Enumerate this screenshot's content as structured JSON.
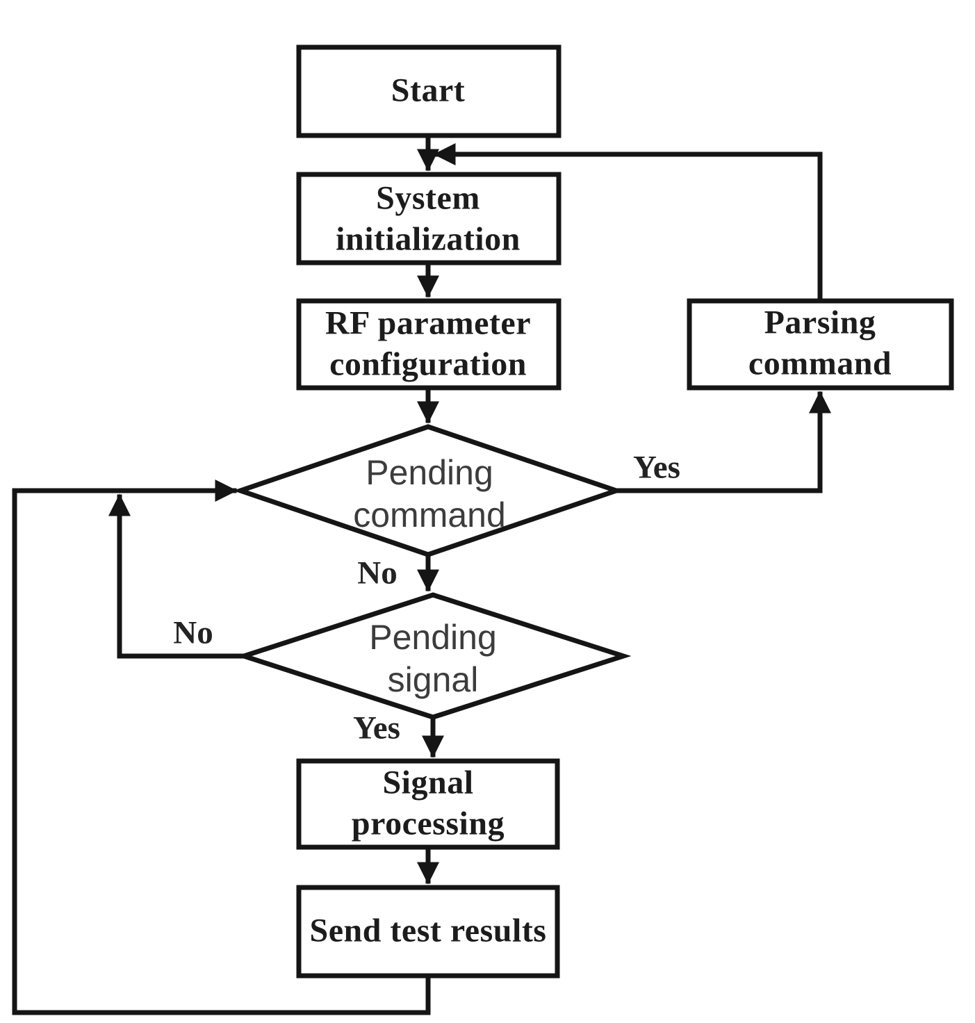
{
  "figure": {
    "type": "flowchart",
    "background_color": "#ffffff",
    "line_color": "#151515",
    "box_text_color": "#1c1c1c",
    "decision_text_color": "#3c3c3c"
  },
  "nodes": {
    "start": {
      "label": "Start",
      "shape": "rectangle"
    },
    "system_initialization": {
      "label": "System\ninitialization",
      "shape": "rectangle"
    },
    "rf_parameter_configuration": {
      "label": "RF parameter\nconfiguration",
      "shape": "rectangle"
    },
    "parsing_command": {
      "label": "Parsing\ncommand",
      "shape": "rectangle"
    },
    "pending_command": {
      "label": "Pending\ncommand",
      "shape": "diamond"
    },
    "pending_signal": {
      "label": "Pending\nsignal",
      "shape": "diamond"
    },
    "signal_processing": {
      "label": "Signal\nprocessing",
      "shape": "rectangle"
    },
    "send_test_results": {
      "label": "Send test results",
      "shape": "rectangle"
    }
  },
  "edge_labels": {
    "pending_command_yes": "Yes",
    "pending_command_no": "No",
    "pending_signal_no": "No",
    "pending_signal_yes": "Yes"
  },
  "edges": [
    {
      "from": "start",
      "to": "system_initialization",
      "label": ""
    },
    {
      "from": "system_initialization",
      "to": "rf_parameter_configuration",
      "label": ""
    },
    {
      "from": "rf_parameter_configuration",
      "to": "pending_command",
      "label": ""
    },
    {
      "from": "pending_command",
      "to": "parsing_command",
      "label": "Yes"
    },
    {
      "from": "parsing_command",
      "to": "system_initialization",
      "label": ""
    },
    {
      "from": "pending_command",
      "to": "pending_signal",
      "label": "No"
    },
    {
      "from": "pending_signal",
      "to": "pending_command",
      "label": "No"
    },
    {
      "from": "pending_signal",
      "to": "signal_processing",
      "label": "Yes"
    },
    {
      "from": "signal_processing",
      "to": "send_test_results",
      "label": ""
    },
    {
      "from": "send_test_results",
      "to": "pending_command",
      "label": ""
    }
  ]
}
